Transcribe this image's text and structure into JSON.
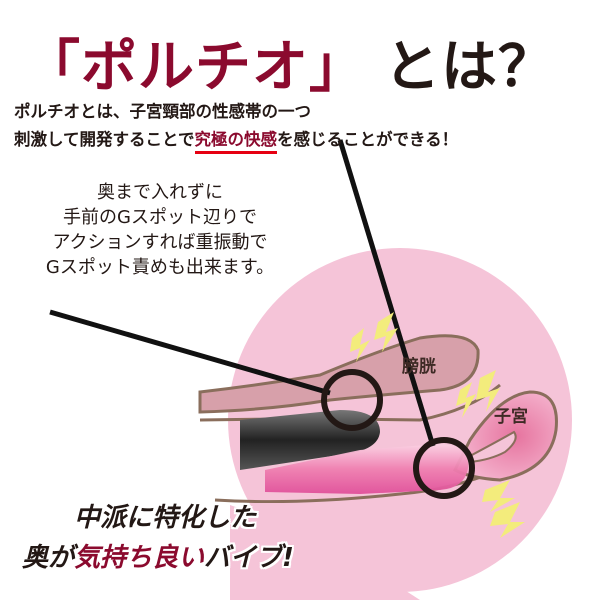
{
  "title": {
    "accent": "「ポルチオ」",
    "plain": "とは？"
  },
  "lead": {
    "line1": "ポルチオとは、子宮頸部の性感帯の一つ",
    "line2_pre": "刺激して開発することで",
    "line2_highlight": "究極の快感",
    "line2_post": "を感じることができる！"
  },
  "note": {
    "lines": [
      "奥まで入れずに",
      "手前のGスポット辺りで",
      "アクションすれば重振動で",
      "Gスポット責めも出来ます。"
    ]
  },
  "diagram": {
    "label_bladder": "膀胱",
    "label_uterus": "子宮",
    "colors": {
      "circle_bg": "#f5c4d8",
      "organ": "#d7a0aa",
      "uterus": "#ee8fb8",
      "outline": "#8a6e5c",
      "bolt": "#f3ec7c"
    }
  },
  "catch": {
    "line1": "中派に特化した",
    "line2_pre": "奥が",
    "line2_red": "気持ち良い",
    "line2_post": "バイブ!"
  },
  "colors": {
    "accent": "#8b0a2e",
    "underline": "#e60012",
    "text": "#231815"
  }
}
